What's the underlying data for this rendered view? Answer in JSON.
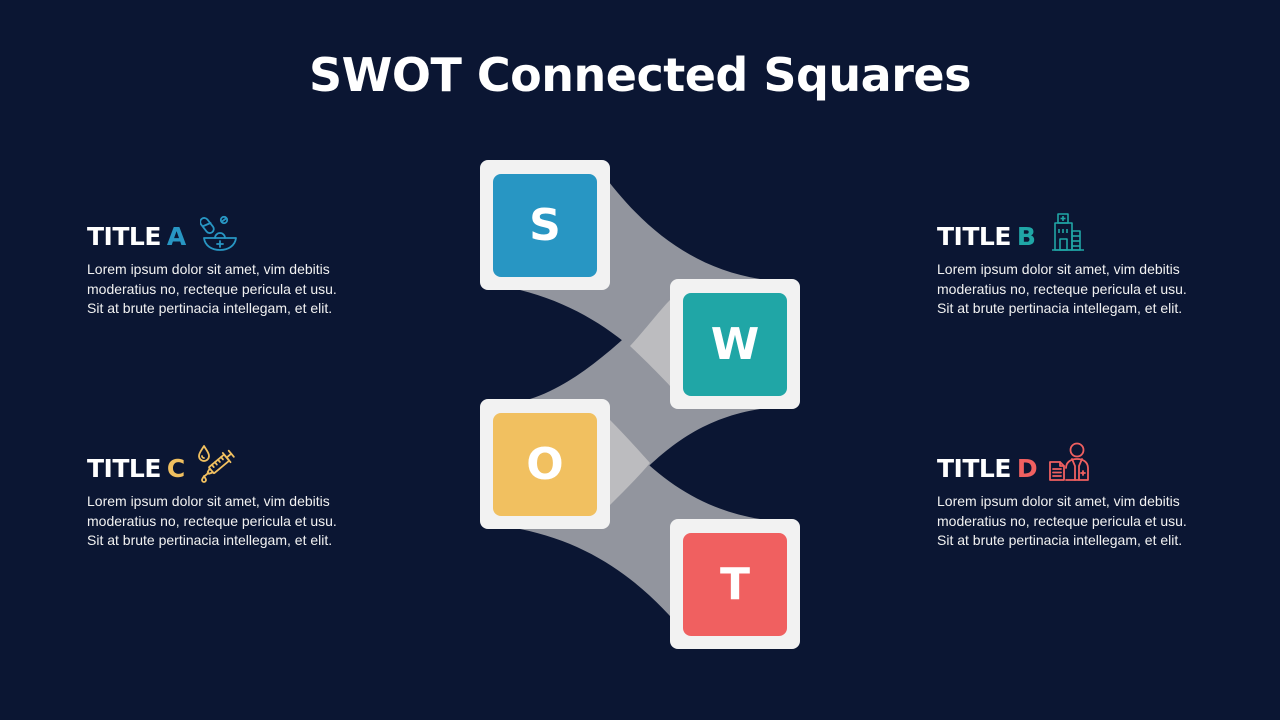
{
  "title": "SWOT Connected Squares",
  "colors": {
    "background": "#0b1633",
    "square_frame": "#f2f2f2",
    "connector": "#92959e",
    "connector_overlap": "#bcbcbf",
    "strengths": "#2896c3",
    "weaknesses": "#20a6a6",
    "opportunities": "#f1c060",
    "threats": "#f06060"
  },
  "squares": [
    {
      "letter": "S",
      "color": "#2896c3"
    },
    {
      "letter": "W",
      "color": "#20a6a6"
    },
    {
      "letter": "O",
      "color": "#f1c060"
    },
    {
      "letter": "T",
      "color": "#f06060"
    }
  ],
  "blocks": [
    {
      "title_prefix": "TITLE",
      "title_letter": "A",
      "accent": "#2896c3",
      "icon": "pharmacy-bowl-pills-icon",
      "lines": [
        "Lorem ipsum dolor sit amet, vim debitis",
        "moderatius no, recteque pericula et usu.",
        "Sit at brute pertinacia intellegam, et elit."
      ]
    },
    {
      "title_prefix": "TITLE",
      "title_letter": "B",
      "accent": "#20a6a6",
      "icon": "hospital-building-icon",
      "lines": [
        "Lorem ipsum dolor sit amet, vim debitis",
        "moderatius no, recteque pericula et usu.",
        "Sit at brute pertinacia intellegam, et elit."
      ]
    },
    {
      "title_prefix": "TITLE",
      "title_letter": "C",
      "accent": "#f1c060",
      "icon": "syringe-drop-icon",
      "lines": [
        "Lorem ipsum dolor sit amet, vim debitis",
        "moderatius no, recteque pericula et usu.",
        "Sit at brute pertinacia intellegam, et elit."
      ]
    },
    {
      "title_prefix": "TITLE",
      "title_letter": "D",
      "accent": "#f06060",
      "icon": "doctor-report-icon",
      "lines": [
        "Lorem ipsum dolor sit amet, vim debitis",
        "moderatius no, recteque pericula et usu.",
        "Sit at brute pertinacia intellegam, et elit."
      ]
    }
  ]
}
